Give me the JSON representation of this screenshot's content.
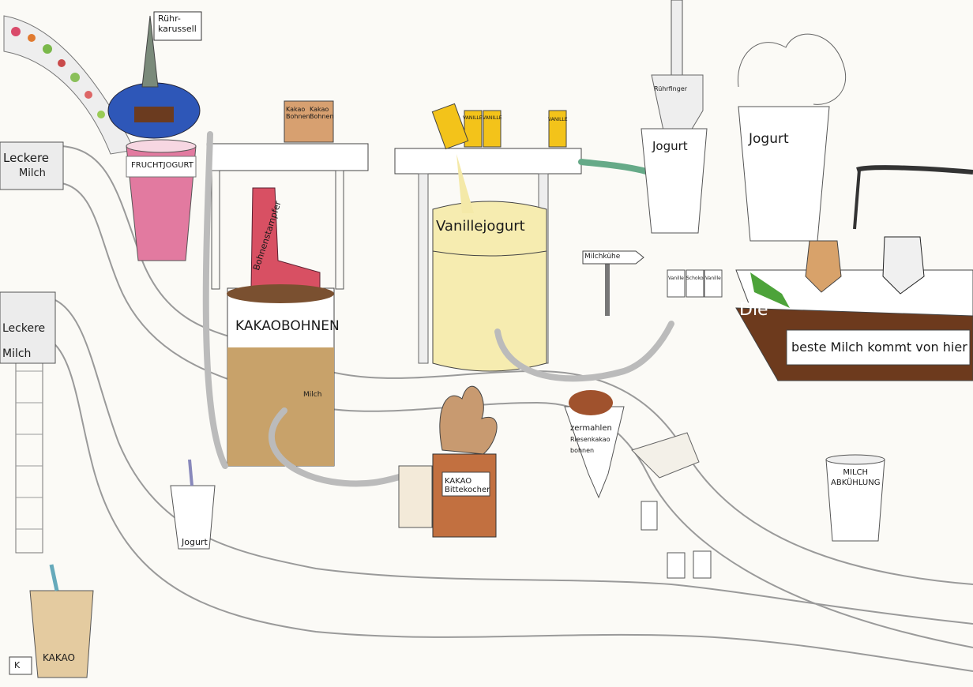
{
  "drawing": {
    "sign_carousel": [
      "Rühr-",
      "karussell"
    ],
    "sign_milk_top": [
      "Leckere",
      "Milch"
    ],
    "sign_milk_left": [
      "Leckere",
      "Milch"
    ],
    "cup_fruit": "FRUCHTJOGURT",
    "boot": "Bohnenstampfer",
    "sacks": [
      "Kakao Bohnen",
      "Kakao Bohnen"
    ],
    "tank_cocoa": "KAKAOBOHNEN",
    "tank_cocoa_tag": "Milch",
    "pitchers": [
      "VANILLE",
      "VANILLE",
      "VANILLE"
    ],
    "tank_vanilla": "Vanillejogurt",
    "finger_sign": "Rührfinger",
    "cup_yoghurt_small": "Jogurt",
    "cup_yoghurt_big": "Jogurt",
    "sign_cows": "Milchkühe",
    "small_cups": [
      "Vanille",
      "Schoko",
      "Vanille"
    ],
    "banner": [
      "Die",
      "beste Milch kommt von hier"
    ],
    "machine": [
      "KAKAO",
      "Bittekocher"
    ],
    "grinder": [
      "zermahlen",
      "Riesenkakao bohnen"
    ],
    "cooler": [
      "MILCH",
      "ABKÜHLUNG"
    ],
    "mascot_yoghurt": "Jogurt",
    "mascot_cocoa": "KAKAO",
    "briefcase": "K"
  }
}
